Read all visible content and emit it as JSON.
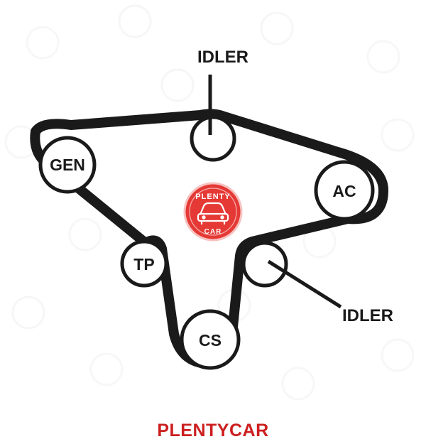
{
  "pulleys": [
    {
      "key": "gen",
      "label": "GEN"
    },
    {
      "key": "ac",
      "label": "AC"
    },
    {
      "key": "tp",
      "label": "TP"
    },
    {
      "key": "cs",
      "label": "CS"
    },
    {
      "key": "idler_top",
      "label": ""
    },
    {
      "key": "idler_right",
      "label": ""
    }
  ],
  "callouts": {
    "idler_top": "IDLER",
    "idler_right": "IDLER"
  },
  "logo": {
    "line1": "PLENTY",
    "line2": "CAR",
    "icon": "car-icon",
    "color": "#e53935"
  },
  "brand": {
    "text": "PLENTYCAR",
    "color": "#cc1f1f"
  },
  "colors": {
    "belt": "#1a1a1a",
    "pulley_fill": "#ffffff"
  }
}
